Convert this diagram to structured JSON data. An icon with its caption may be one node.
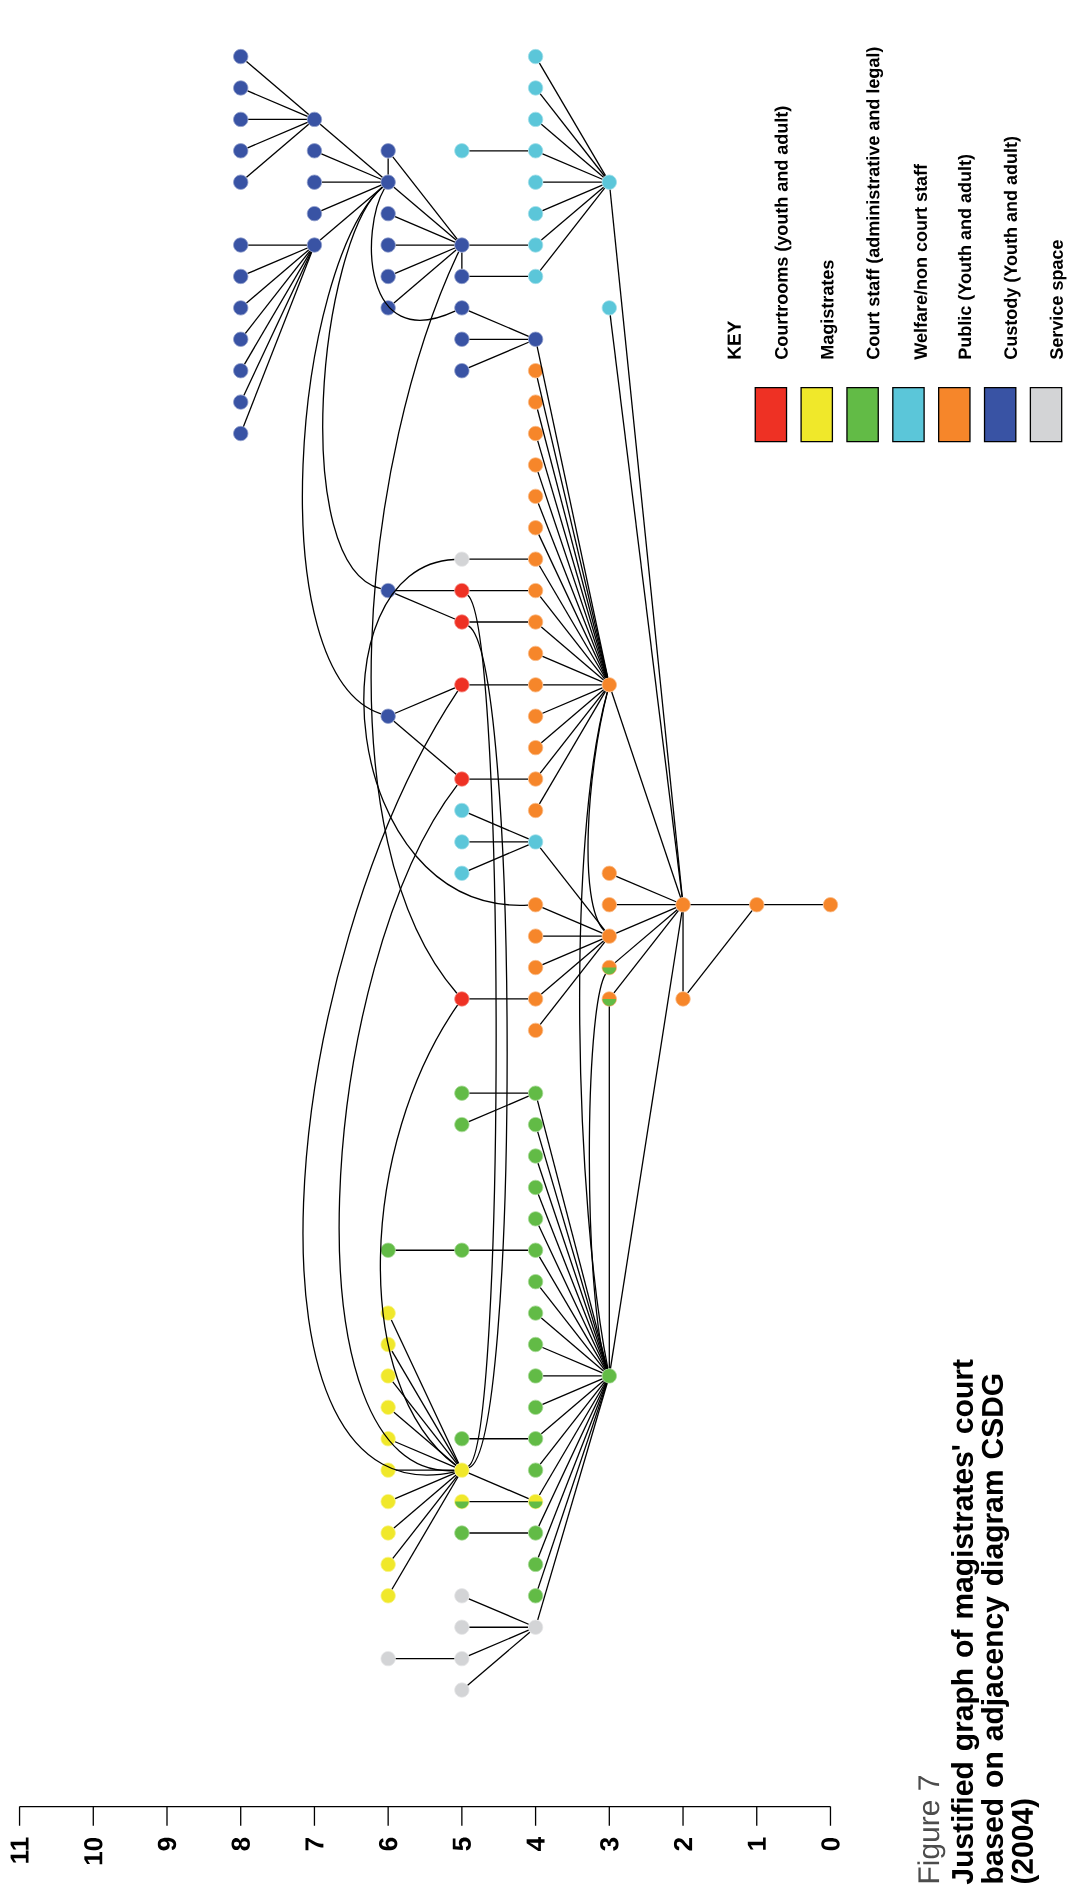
{
  "diagram": {
    "title": "Figure 7",
    "caption": "Justified graph of magistrates' court based on adjacency diagram CSDG (2004)",
    "nodes": [
      {
        "text": [],
        "shape": "circle"
      },
      {
        "text": [],
        "shape": "circle"
      },
      {
        "text": [],
        "shape": "circle"
      },
      {
        "text": [],
        "shape": "circle"
      },
      {
        "text": [],
        "shape": "circle"
      },
      {
        "text": [],
        "shape": "circle"
      },
      {
        "text": [],
        "shape": "circle"
      },
      {
        "text": [],
        "shape": "circle"
      },
      {
        "text": [],
        "shape": "circle"
      },
      {
        "text": [],
        "shape": "circle"
      },
      {
        "text": [],
        "shape": "circle"
      },
      {
        "text": [],
        "shape": "circle"
      },
      {
        "text": [],
        "shape": "circle"
      },
      {
        "text": [],
        "shape": "circle"
      },
      {
        "text": [],
        "shape": "circle"
      },
      {
        "text": [],
        "shape": "circle"
      },
      {
        "text": [],
        "shape": "circle"
      },
      {
        "text": [],
        "shape": "circle"
      },
      {
        "text": [],
        "shape": "circle"
      },
      {
        "text": [],
        "shape": "circle"
      },
      {
        "text": [],
        "shape": "circle"
      },
      {
        "text": [],
        "shape": "circle"
      },
      {
        "text": [],
        "shape": "circle"
      },
      {
        "text": [],
        "shape": "circle"
      },
      {
        "text": [],
        "shape": "circle"
      },
      {
        "text": [],
        "shape": "circle"
      },
      {
        "text": [],
        "shape": "circle"
      },
      {
        "text": [],
        "shape": "circle"
      },
      {
        "text": [],
        "shape": "circle"
      },
      {
        "text": [],
        "shape": "circle"
      },
      {
        "text": [],
        "shape": "circle"
      },
      {
        "text": [],
        "shape": "circle"
      },
      {
        "text": [],
        "shape": "circle"
      },
      {
        "text": [],
        "shape": "circle"
      },
      {
        "text": [],
        "shape": "circle"
      },
      {
        "text": [],
        "shape": "circle"
      },
      {
        "text": [],
        "shape": "circle"
      },
      {
        "text": [],
        "shape": "circle"
      },
      {
        "text": [],
        "shape": "circle"
      },
      {
        "text": [],
        "shape": "circle"
      },
      {
        "text": [],
        "shape": "circle"
      },
      {
        "text": [],
        "shape": "circle"
      },
      {
        "text": [],
        "shape": "circle"
      },
      {
        "text": [],
        "shape": "circle"
      },
      {
        "text": [],
        "shape": "circle"
      },
      {
        "text": [],
        "shape": "circle"
      },
      {
        "text": [],
        "shape": "circle"
      },
      {
        "text": [],
        "shape": "circle"
      },
      {
        "text": [],
        "shape": "circle"
      },
      {
        "text": [],
        "shape": "circle"
      },
      {
        "text": [],
        "shape": "circle"
      },
      {
        "text": [],
        "shape": "circle"
      },
      {
        "text": [],
        "shape": "circle"
      },
      {
        "text": [],
        "shape": "circle"
      },
      {
        "text": [],
        "shape": "circle"
      },
      {
        "text": [],
        "shape": "circle"
      },
      {
        "text": [],
        "shape": "circle"
      },
      {
        "text": [],
        "shape": "circle"
      },
      {
        "text": [],
        "shape": "circle"
      },
      {
        "text": [],
        "shape": "circle"
      },
      {
        "text": [],
        "shape": "circle"
      },
      {
        "text": [],
        "shape": "circle"
      },
      {
        "text": [],
        "shape": "circle"
      },
      {
        "text": [],
        "shape": "circle"
      },
      {
        "text": [],
        "shape": "circle"
      },
      {
        "text": [],
        "shape": "circle"
      },
      {
        "text": [],
        "shape": "circle"
      },
      {
        "text": [],
        "shape": "circle"
      },
      {
        "text": [],
        "shape": "circle"
      },
      {
        "text": [],
        "shape": "circle"
      },
      {
        "text": [],
        "shape": "circle"
      },
      {
        "text": [],
        "shape": "circle"
      },
      {
        "text": [],
        "shape": "circle"
      },
      {
        "text": [],
        "shape": "circle"
      },
      {
        "text": [],
        "shape": "circle"
      },
      {
        "text": [],
        "shape": "circle"
      },
      {
        "text": [],
        "shape": "circle"
      },
      {
        "text": [],
        "shape": "circle"
      },
      {
        "text": [],
        "shape": "circle"
      },
      {
        "text": [],
        "shape": "circle"
      },
      {
        "text": [],
        "shape": "circle"
      },
      {
        "text": [],
        "shape": "circle"
      },
      {
        "text": [],
        "shape": "circle"
      },
      {
        "text": [],
        "shape": "circle"
      },
      {
        "text": [],
        "shape": "circle"
      },
      {
        "text": [],
        "shape": "circle"
      },
      {
        "text": [],
        "shape": "circle"
      },
      {
        "text": [],
        "shape": "circle"
      },
      {
        "text": [],
        "shape": "circle"
      },
      {
        "text": [],
        "shape": "circle"
      },
      {
        "text": [],
        "shape": "circle"
      },
      {
        "text": [],
        "shape": "circle"
      },
      {
        "text": [],
        "shape": "circle"
      },
      {
        "text": [],
        "shape": "circle"
      },
      {
        "text": [],
        "shape": "circle"
      },
      {
        "text": [],
        "shape": "circle"
      },
      {
        "text": [],
        "shape": "circle"
      },
      {
        "text": [],
        "shape": "circle"
      },
      {
        "text": [],
        "shape": "circle"
      },
      {
        "text": [],
        "shape": "circle"
      },
      {
        "text": [],
        "shape": "circle"
      },
      {
        "text": [],
        "shape": "circle"
      },
      {
        "text": [],
        "shape": "circle"
      },
      {
        "text": [],
        "shape": "circle"
      },
      {
        "text": [],
        "shape": "circle"
      },
      {
        "text": [],
        "shape": "circle"
      },
      {
        "text": [],
        "shape": "circle"
      },
      {
        "text": [],
        "shape": "circle"
      },
      {
        "text": [],
        "shape": "circle"
      },
      {
        "text": [],
        "shape": "circle"
      },
      {
        "text": [],
        "shape": "circle"
      },
      {
        "text": [],
        "shape": "circle"
      },
      {
        "text": [],
        "shape": "circle"
      },
      {
        "text": [],
        "shape": "circle"
      },
      {
        "text": [],
        "shape": "circle"
      },
      {
        "text": [],
        "shape": "circle"
      },
      {
        "text": [],
        "shape": "circle"
      },
      {
        "text": [],
        "shape": "circle"
      },
      {
        "text": [],
        "shape": "circle"
      },
      {
        "text": [],
        "shape": "circle"
      },
      {
        "text": [],
        "shape": "circle"
      },
      {
        "text": [],
        "shape": "circle"
      },
      {
        "text": [],
        "shape": "circle"
      },
      {
        "text": [],
        "shape": "circle"
      }
    ],
    "edges": [
      {
        "from": 0,
        "to": 5,
        "arrow": "none"
      },
      {
        "from": 2,
        "to": 5,
        "arrow": "none"
      },
      {
        "from": 4,
        "to": 5,
        "arrow": "none"
      },
      {
        "from": 7,
        "to": 5,
        "arrow": "none"
      },
      {
        "from": 12,
        "to": 5,
        "arrow": "none"
      },
      {
        "from": 5,
        "to": 14,
        "arrow": "none"
      },
      {
        "from": 8,
        "to": 14,
        "arrow": "none"
      },
      {
        "from": 13,
        "to": 14,
        "arrow": "none"
      },
      {
        "from": 17,
        "to": 14,
        "arrow": "none"
      },
      {
        "from": 21,
        "to": 14,
        "arrow": "none"
      },
      {
        "from": 9,
        "to": 14,
        "arrow": "none"
      },
      {
        "from": 9,
        "to": 23,
        "arrow": "none"
      },
      {
        "from": 14,
        "to": 23,
        "arrow": "none"
      },
      {
        "from": 14,
        "to": 48,
        "arrow": "none"
      },
      {
        "from": 14,
        "to": 57,
        "arrow": "none"
      },
      {
        "from": 14,
        "to": 31,
        "arrow": "none"
      },
      {
        "from": 20,
        "to": 21,
        "arrow": "none"
      },
      {
        "from": 25,
        "to": 21,
        "arrow": "none"
      },
      {
        "from": 29,
        "to": 21,
        "arrow": "none"
      },
      {
        "from": 33,
        "to": 21,
        "arrow": "none"
      },
      {
        "from": 36,
        "to": 21,
        "arrow": "none"
      },
      {
        "from": 39,
        "to": 21,
        "arrow": "none"
      },
      {
        "from": 41,
        "to": 21,
        "arrow": "none"
      },
      {
        "from": 18,
        "to": 23,
        "arrow": "none"
      },
      {
        "from": 22,
        "to": 23,
        "arrow": "none"
      },
      {
        "from": 26,
        "to": 23,
        "arrow": "none"
      },
      {
        "from": 30,
        "to": 23,
        "arrow": "none"
      },
      {
        "from": 23,
        "to": 24,
        "arrow": "none"
      },
      {
        "from": 23,
        "to": 27,
        "arrow": "none"
      },
      {
        "from": 23,
        "to": 77,
        "arrow": "none"
      },
      {
        "from": 27,
        "to": 28,
        "arrow": "none"
      },
      {
        "from": 10,
        "to": 11,
        "arrow": "none"
      },
      {
        "from": 1,
        "to": 16,
        "arrow": "none"
      },
      {
        "from": 3,
        "to": 16,
        "arrow": "none"
      },
      {
        "from": 6,
        "to": 16,
        "arrow": "none"
      },
      {
        "from": 11,
        "to": 16,
        "arrow": "none"
      },
      {
        "from": 15,
        "to": 16,
        "arrow": "none"
      },
      {
        "from": 19,
        "to": 16,
        "arrow": "none"
      },
      {
        "from": 24,
        "to": 16,
        "arrow": "none"
      },
      {
        "from": 28,
        "to": 16,
        "arrow": "none"
      },
      {
        "from": 16,
        "to": 70,
        "arrow": "none"
      },
      {
        "from": 32,
        "to": 70,
        "arrow": "none"
      },
      {
        "from": 31,
        "to": 35,
        "arrow": "none"
      },
      {
        "from": 34,
        "to": 35,
        "arrow": "none"
      },
      {
        "from": 37,
        "to": 35,
        "arrow": "none"
      },
      {
        "from": 35,
        "to": 56,
        "arrow": "none"
      },
      {
        "from": 38,
        "to": 56,
        "arrow": "none"
      },
      {
        "from": 40,
        "to": 56,
        "arrow": "none"
      },
      {
        "from": 42,
        "to": 56,
        "arrow": "none"
      },
      {
        "from": 43,
        "to": 56,
        "arrow": "none"
      },
      {
        "from": 44,
        "to": 56,
        "arrow": "none"
      },
      {
        "from": 45,
        "to": 56,
        "arrow": "none"
      },
      {
        "from": 47,
        "to": 56,
        "arrow": "none"
      },
      {
        "from": 50,
        "to": 56,
        "arrow": "none"
      },
      {
        "from": 52,
        "to": 56,
        "arrow": "none"
      },
      {
        "from": 53,
        "to": 56,
        "arrow": "none"
      },
      {
        "from": 55,
        "to": 56,
        "arrow": "none"
      },
      {
        "from": 58,
        "to": 56,
        "arrow": "none"
      },
      {
        "from": 59,
        "to": 56,
        "arrow": "none"
      },
      {
        "from": 61,
        "to": 56,
        "arrow": "none"
      },
      {
        "from": 63,
        "to": 56,
        "arrow": "none"
      },
      {
        "from": 56,
        "to": 70,
        "arrow": "none"
      },
      {
        "from": 56,
        "to": 74,
        "arrow": "none"
      },
      {
        "from": 56,
        "to": 99,
        "arrow": "none"
      },
      {
        "from": 46,
        "to": 47,
        "arrow": "none"
      },
      {
        "from": 46,
        "to": 68,
        "arrow": "none"
      },
      {
        "from": 48,
        "to": 49,
        "arrow": "none"
      },
      {
        "from": 48,
        "to": 51,
        "arrow": "none"
      },
      {
        "from": 49,
        "to": 50,
        "arrow": "none"
      },
      {
        "from": 51,
        "to": 52,
        "arrow": "none"
      },
      {
        "from": 54,
        "to": 55,
        "arrow": "none"
      },
      {
        "from": 60,
        "to": 61,
        "arrow": "none"
      },
      {
        "from": 77,
        "to": 78,
        "arrow": "none"
      },
      {
        "from": 57,
        "to": 54,
        "arrow": "none"
      },
      {
        "from": 57,
        "to": 60,
        "arrow": "none"
      },
      {
        "from": 49,
        "to": 106,
        "arrow": "none"
      },
      {
        "from": 51,
        "to": 106,
        "arrow": "none"
      },
      {
        "from": 54,
        "to": 106,
        "arrow": "none"
      },
      {
        "from": 60,
        "to": 106,
        "arrow": "none"
      },
      {
        "from": 77,
        "to": 106,
        "arrow": "none"
      },
      {
        "from": 62,
        "to": 65,
        "arrow": "none"
      },
      {
        "from": 64,
        "to": 65,
        "arrow": "none"
      },
      {
        "from": 66,
        "to": 65,
        "arrow": "none"
      },
      {
        "from": 65,
        "to": 74,
        "arrow": "none"
      },
      {
        "from": 68,
        "to": 74,
        "arrow": "none"
      },
      {
        "from": 73,
        "to": 74,
        "arrow": "none"
      },
      {
        "from": 75,
        "to": 74,
        "arrow": "none"
      },
      {
        "from": 78,
        "to": 74,
        "arrow": "none"
      },
      {
        "from": 81,
        "to": 74,
        "arrow": "none"
      },
      {
        "from": 74,
        "to": 70,
        "arrow": "none"
      },
      {
        "from": 67,
        "to": 70,
        "arrow": "none"
      },
      {
        "from": 69,
        "to": 70,
        "arrow": "none"
      },
      {
        "from": 76,
        "to": 70,
        "arrow": "none"
      },
      {
        "from": 79,
        "to": 70,
        "arrow": "none"
      },
      {
        "from": 99,
        "to": 70,
        "arrow": "none"
      },
      {
        "from": 71,
        "to": 70,
        "arrow": "none"
      },
      {
        "from": 72,
        "to": 71,
        "arrow": "none"
      },
      {
        "from": 80,
        "to": 71,
        "arrow": "none"
      },
      {
        "from": 80,
        "to": 70,
        "arrow": "none"
      },
      {
        "from": 76,
        "to": 99,
        "arrow": "none"
      },
      {
        "from": 79,
        "to": 99,
        "arrow": "none"
      },
      {
        "from": 82,
        "to": 83,
        "arrow": "none"
      },
      {
        "from": 84,
        "to": 83,
        "arrow": "none"
      },
      {
        "from": 89,
        "to": 90,
        "arrow": "none"
      },
      {
        "from": 90,
        "to": 91,
        "arrow": "none"
      },
      {
        "from": 83,
        "to": 99,
        "arrow": "none"
      },
      {
        "from": 85,
        "to": 99,
        "arrow": "none"
      },
      {
        "from": 86,
        "to": 99,
        "arrow": "none"
      },
      {
        "from": 87,
        "to": 99,
        "arrow": "none"
      },
      {
        "from": 88,
        "to": 99,
        "arrow": "none"
      },
      {
        "from": 91,
        "to": 99,
        "arrow": "none"
      },
      {
        "from": 92,
        "to": 99,
        "arrow": "none"
      },
      {
        "from": 94,
        "to": 99,
        "arrow": "none"
      },
      {
        "from": 96,
        "to": 99,
        "arrow": "none"
      },
      {
        "from": 98,
        "to": 99,
        "arrow": "none"
      },
      {
        "from": 101,
        "to": 99,
        "arrow": "none"
      },
      {
        "from": 104,
        "to": 99,
        "arrow": "none"
      },
      {
        "from": 107,
        "to": 99,
        "arrow": "none"
      },
      {
        "from": 110,
        "to": 99,
        "arrow": "none"
      },
      {
        "from": 113,
        "to": 99,
        "arrow": "none"
      },
      {
        "from": 115,
        "to": 99,
        "arrow": "none"
      },
      {
        "from": 118,
        "to": 99,
        "arrow": "none"
      },
      {
        "from": 120,
        "to": 99,
        "arrow": "none"
      },
      {
        "from": 93,
        "to": 106,
        "arrow": "none"
      },
      {
        "from": 95,
        "to": 106,
        "arrow": "none"
      },
      {
        "from": 97,
        "to": 106,
        "arrow": "none"
      },
      {
        "from": 100,
        "to": 106,
        "arrow": "none"
      },
      {
        "from": 102,
        "to": 106,
        "arrow": "none"
      },
      {
        "from": 105,
        "to": 106,
        "arrow": "none"
      },
      {
        "from": 108,
        "to": 106,
        "arrow": "none"
      },
      {
        "from": 111,
        "to": 106,
        "arrow": "none"
      },
      {
        "from": 114,
        "to": 106,
        "arrow": "none"
      },
      {
        "from": 116,
        "to": 106,
        "arrow": "none"
      },
      {
        "from": 106,
        "to": 110,
        "arrow": "none"
      },
      {
        "from": 103,
        "to": 104,
        "arrow": "none"
      },
      {
        "from": 109,
        "to": 110,
        "arrow": "none"
      },
      {
        "from": 112,
        "to": 113,
        "arrow": "none"
      },
      {
        "from": 117,
        "to": 120,
        "arrow": "none"
      },
      {
        "from": 119,
        "to": 120,
        "arrow": "none"
      },
      {
        "from": 122,
        "to": 120,
        "arrow": "none"
      },
      {
        "from": 123,
        "to": 120,
        "arrow": "none"
      },
      {
        "from": 121,
        "to": 122,
        "arrow": "none"
      }
    ],
    "labels": [
      "KEY",
      "11",
      "10",
      "9",
      "8",
      "7",
      "6",
      "5",
      "4",
      "3",
      "2",
      "1",
      "0"
    ],
    "legend": [
      {
        "text": "Courtrooms (youth and adult)",
        "color": "#ee3124"
      },
      {
        "text": "Magistrates",
        "color": "#f0e82a"
      },
      {
        "text": "Court staff (administrative and legal)",
        "color": "#62bb46"
      },
      {
        "text": "Welfare/non court staff",
        "color": "#5bc6d9"
      },
      {
        "text": "Public (Youth and adult)",
        "color": "#f6862a"
      },
      {
        "text": "Custody (Youth and adult)",
        "color": "#3953a4"
      },
      {
        "text": "Service space",
        "color": "#d3d4d6"
      }
    ]
  }
}
